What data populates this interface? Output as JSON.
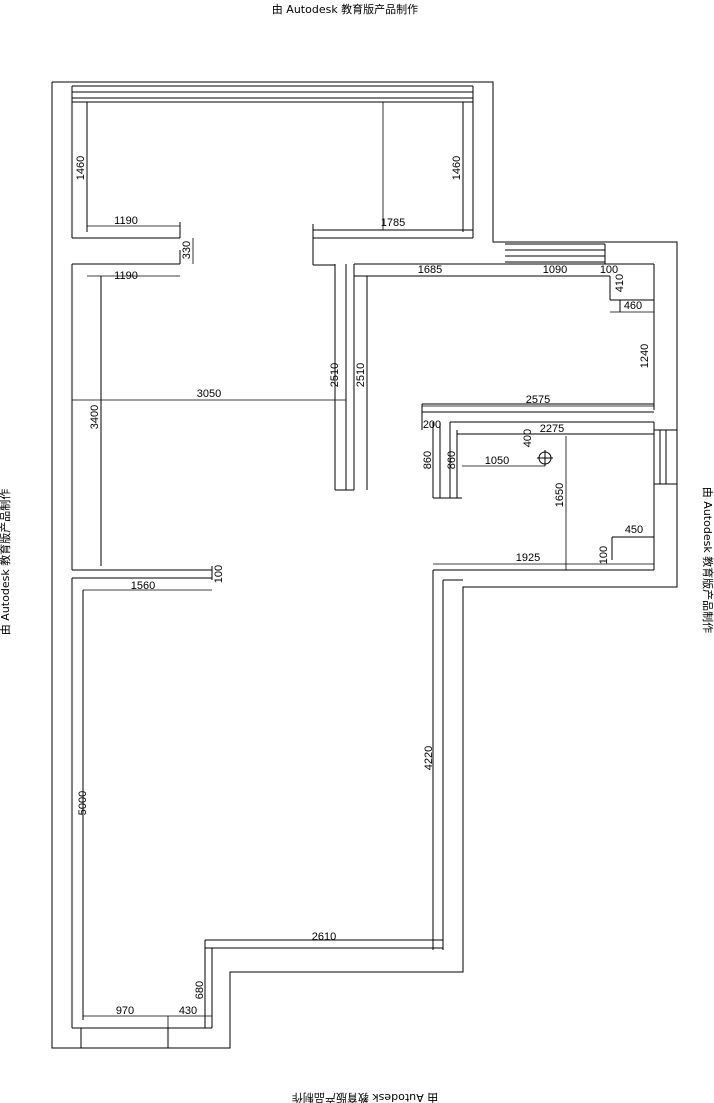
{
  "watermark": "由 Autodesk 教育版产品制作",
  "dimensions": {
    "top_left_height": "1460",
    "top_right_height": "1460",
    "top_left_width": "1190",
    "top_middle_width": "1785",
    "door_gap": "330",
    "lower_left_width": "1190",
    "wall_width_a": "1685",
    "wall_width_b": "1090",
    "wall_small_a": "100",
    "wall_small_b": "410",
    "wall_small_c": "460",
    "right_height": "1240",
    "mid_width": "2575",
    "inner_small": "200",
    "inner_width": "2275",
    "inner_height_a": "860",
    "inner_height_b": "860",
    "inner_small_b": "400",
    "inner_width_b": "1050",
    "inner_height_c": "1650",
    "right_small_width": "450",
    "right_small_height": "100",
    "lower_width": "1925",
    "room_width": "3050",
    "room_height": "3400",
    "partition_a": "2510",
    "partition_b": "2510",
    "ledge_height": "100",
    "ledge_width": "1560",
    "left_height": "5000",
    "right_long_height": "4220",
    "bottom_width": "2610",
    "bottom_step_height": "680",
    "bottom_width_a": "970",
    "bottom_width_b": "430"
  }
}
